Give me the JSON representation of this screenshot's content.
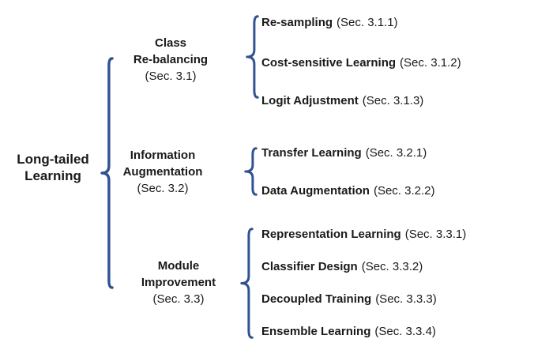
{
  "colors": {
    "background": "#ffffff",
    "text": "#1a1a1a",
    "brace": "#2f5292"
  },
  "root": {
    "lines": [
      "Long-tailed",
      "Learning"
    ]
  },
  "branches": [
    {
      "lines": [
        "Class",
        "Re-balancing"
      ],
      "sec": "(Sec. 3.1)",
      "children": [
        {
          "name": "Re-sampling",
          "sec": "(Sec. 3.1.1)"
        },
        {
          "name": "Cost-sensitive Learning",
          "sec": "(Sec. 3.1.2)"
        },
        {
          "name": "Logit Adjustment",
          "sec": "(Sec. 3.1.3)"
        }
      ]
    },
    {
      "lines": [
        "Information",
        "Augmentation"
      ],
      "sec": "(Sec. 3.2)",
      "children": [
        {
          "name": "Transfer Learning",
          "sec": "(Sec. 3.2.1)"
        },
        {
          "name": "Data Augmentation",
          "sec": "(Sec. 3.2.2)"
        }
      ]
    },
    {
      "lines": [
        "Module",
        "Improvement"
      ],
      "sec": "(Sec. 3.3)",
      "children": [
        {
          "name": "Representation Learning",
          "sec": "(Sec. 3.3.1)"
        },
        {
          "name": "Classifier Design",
          "sec": "(Sec. 3.3.2)"
        },
        {
          "name": "Decoupled Training",
          "sec": "(Sec. 3.3.3)"
        },
        {
          "name": "Ensemble Learning",
          "sec": "(Sec. 3.3.4)"
        }
      ]
    }
  ]
}
